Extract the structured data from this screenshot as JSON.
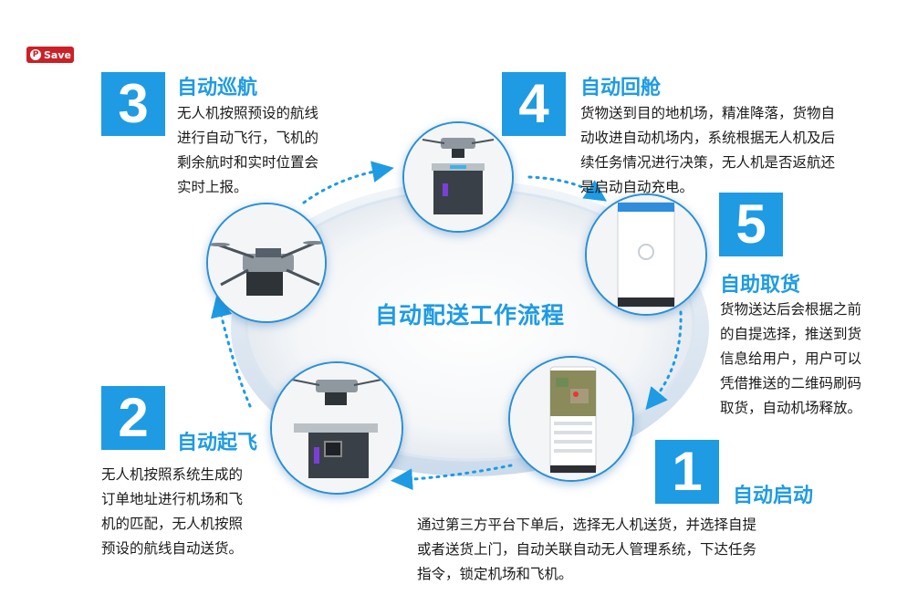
{
  "save_button": {
    "label": "Save"
  },
  "center_title": "自动配送工作流程",
  "steps": [
    {
      "number": "1",
      "title": "自动启动",
      "lines": [
        "通过第三方平台下单后，选择无人机送货，并选择自提",
        "或者送货上门，自动关联自动无人管理系统，下达任务",
        "指令，锁定机场和飞机。"
      ]
    },
    {
      "number": "2",
      "title": "自动起飞",
      "lines": [
        "无人机按照系统生成的",
        "订单地址进行机场和飞",
        "机的匹配，无人机按照",
        "预设的航线自动送货。"
      ]
    },
    {
      "number": "3",
      "title": "自动巡航",
      "lines": [
        "无人机按照预设的航线",
        "进行自动飞行，飞机的",
        "剩余航时和实时位置会",
        "实时上报。"
      ]
    },
    {
      "number": "4",
      "title": "自动回舱",
      "lines": [
        "货物送到目的地机场，精准降落，货物自",
        "动收进自动机场内，系统根据无人机及后",
        "续任务情况进行决策，无人机是否返航还",
        "是启动自动充电。"
      ]
    },
    {
      "number": "5",
      "title": "自助取货",
      "lines": [
        "货物送达后会根据之前",
        "的自提选择，推送到货",
        "信息给用户，用户可以",
        "凭借推送的二维码刷码",
        "取货，自动机场释放。"
      ]
    }
  ],
  "colors": {
    "accent": "#1e9be3",
    "save": "#cb2027"
  }
}
